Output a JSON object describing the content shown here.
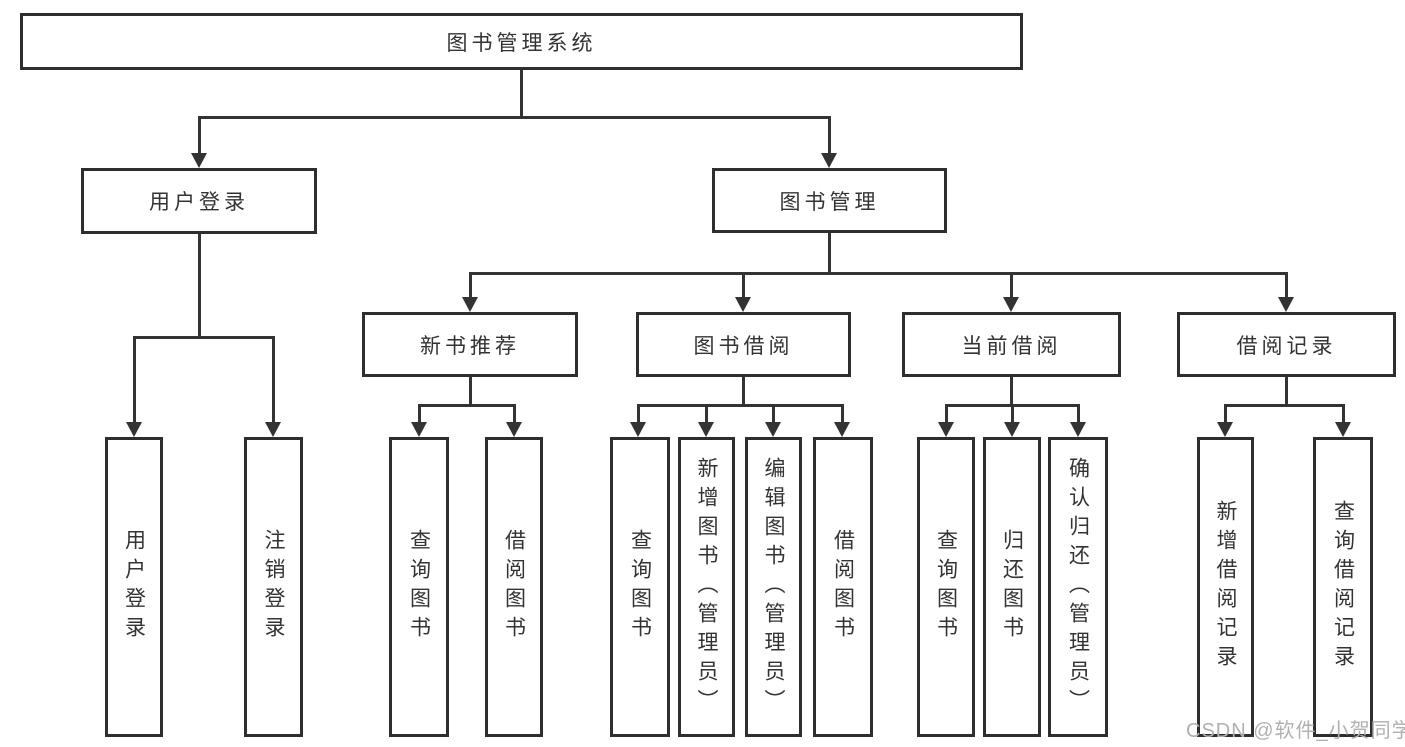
{
  "tree": {
    "root": "图书管理系统",
    "branches": [
      {
        "label": "用户登录",
        "children": [
          "用户登录",
          "注销登录"
        ]
      },
      {
        "label": "图书管理",
        "groups": [
          {
            "label": "新书推荐",
            "children": [
              "查询图书",
              "借阅图书"
            ]
          },
          {
            "label": "图书借阅",
            "children": [
              "查询图书",
              "新增图书（管理员）",
              "编辑图书（管理员）",
              "借阅图书"
            ]
          },
          {
            "label": "当前借阅",
            "children": [
              "查询图书",
              "归还图书",
              "确认归还（管理员）"
            ]
          },
          {
            "label": "借阅记录",
            "children": [
              "新增借阅记录",
              "查询借阅记录"
            ]
          }
        ]
      }
    ]
  },
  "watermark": "CSDN @软件_小贺同学",
  "colors": {
    "line": "#333333",
    "box_border": "#2e2e2e",
    "text": "#333333",
    "watermark": "#b0b0b0",
    "background": "#ffffff"
  }
}
